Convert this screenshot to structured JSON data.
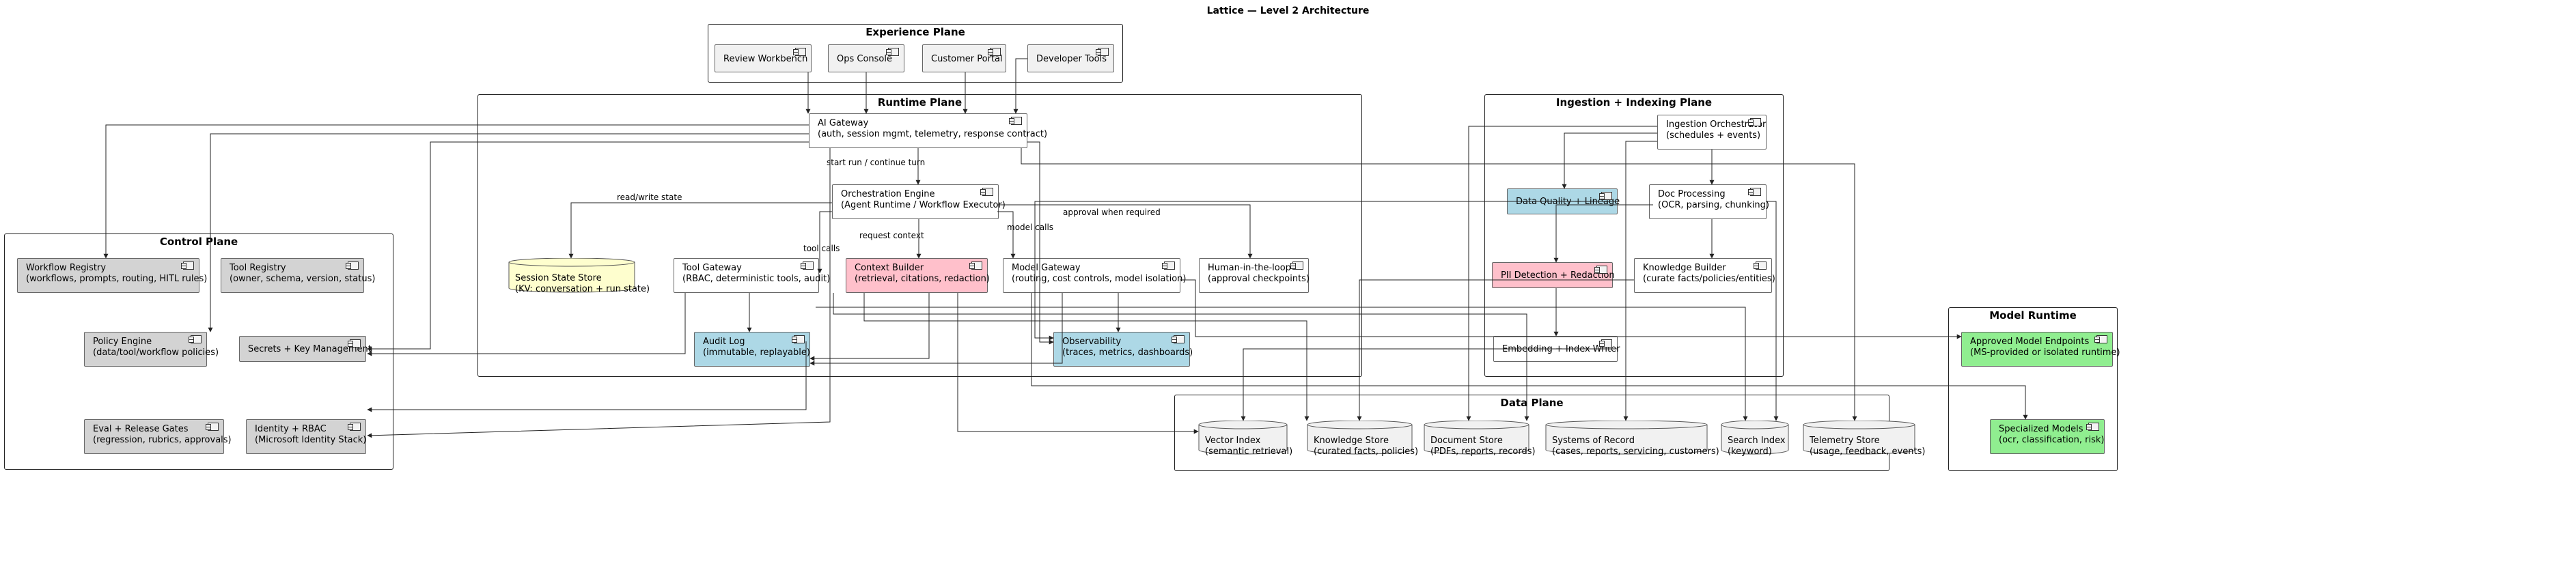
{
  "title": "Lattice — Level 2 Architecture",
  "planes": {
    "experience": "Experience Plane",
    "runtime": "Runtime Plane",
    "ingestion": "Ingestion + Indexing Plane",
    "control": "Control Plane",
    "data": "Data Plane",
    "model_runtime": "Model Runtime"
  },
  "components": {
    "review_workbench": [
      "Review Workbench"
    ],
    "ops_console": [
      "Ops Console"
    ],
    "customer_portal": [
      "Customer Portal"
    ],
    "developer_tools": [
      "Developer Tools"
    ],
    "ai_gateway": [
      "AI Gateway",
      "(auth, session mgmt, telemetry, response contract)"
    ],
    "orchestration_engine": [
      "Orchestration Engine",
      "(Agent Runtime / Workflow Executor)"
    ],
    "tool_gateway": [
      "Tool Gateway",
      "(RBAC, deterministic tools, audit)"
    ],
    "context_builder": [
      "Context Builder",
      "(retrieval, citations, redaction)"
    ],
    "model_gateway": [
      "Model Gateway",
      "(routing, cost controls, model isolation)"
    ],
    "human_in_loop": [
      "Human-in-the-loop",
      "(approval checkpoints)"
    ],
    "audit_log": [
      "Audit Log",
      "(immutable, replayable)"
    ],
    "observability": [
      "Observability",
      "(traces, metrics, dashboards)"
    ],
    "ingestion_orchestrator": [
      "Ingestion Orchestrator",
      "(schedules + events)"
    ],
    "data_quality": [
      "Data Quality + Lineage"
    ],
    "doc_processing": [
      "Doc Processing",
      "(OCR, parsing, chunking)"
    ],
    "pii_detection": [
      "PII Detection + Redaction"
    ],
    "knowledge_builder": [
      "Knowledge Builder",
      "(curate facts/policies/entities)"
    ],
    "embedding_writer": [
      "Embedding + Index Writer"
    ],
    "workflow_registry": [
      "Workflow Registry",
      "(workflows, prompts, routing, HITL rules)"
    ],
    "tool_registry": [
      "Tool Registry",
      "(owner, schema, version, status)"
    ],
    "policy_engine": [
      "Policy Engine",
      "(data/tool/workflow policies)"
    ],
    "secrets": [
      "Secrets + Key Management"
    ],
    "eval_gates": [
      "Eval + Release Gates",
      "(regression, rubrics, approvals)"
    ],
    "identity_rbac": [
      "Identity + RBAC",
      "(Microsoft Identity Stack)"
    ],
    "approved_models": [
      "Approved Model Endpoints",
      "(MS-provided or isolated runtime)"
    ],
    "specialized_models": [
      "Specialized Models",
      "(ocr, classification, risk)"
    ]
  },
  "stores": {
    "session_state": [
      "Session State Store",
      "(KV: conversation + run state)"
    ],
    "vector_index": [
      "Vector Index",
      "(semantic retrieval)"
    ],
    "knowledge_store": [
      "Knowledge Store",
      "(curated facts, policies)"
    ],
    "document_store": [
      "Document Store",
      "(PDFs, reports, records)"
    ],
    "systems_of_record": [
      "Systems of Record",
      "(cases, reports, servicing, customers)"
    ],
    "search_index": [
      "Search Index",
      "(keyword)"
    ],
    "telemetry_store": [
      "Telemetry Store",
      "(usage, feedback, events)"
    ]
  },
  "edge_labels": {
    "start_run": "start run / continue turn",
    "read_write_state": "read/write state",
    "approval_required": "approval when required",
    "request_context": "request context",
    "model_calls": "model calls",
    "tool_calls": "tool calls"
  },
  "colors": {
    "grey": "#f1f1f1",
    "dark_grey": "#d3d3d3",
    "blue": "#add8e6",
    "pink": "#ffc0cb",
    "green": "#90ee90",
    "cream": "#fefece"
  }
}
